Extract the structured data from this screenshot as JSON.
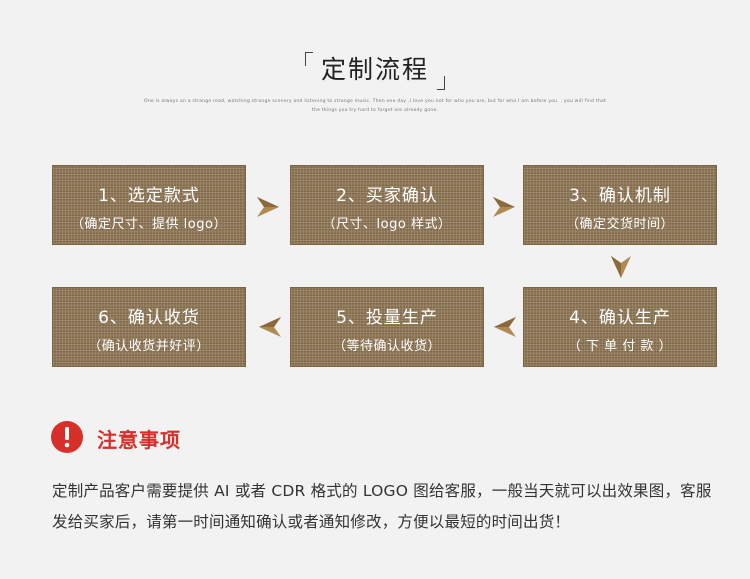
{
  "header": {
    "title": "定制流程",
    "subtitle": "One is always on a strange road, watching strange scenery and listening to strange music. Then one day ,I love you not for who you are, but for who I am before you. , you will find that the things you try hard to forget are already gone."
  },
  "steps": [
    {
      "title": "1、选定款式",
      "sub": "（确定尺寸、提供 logo）"
    },
    {
      "title": "2、买家确认",
      "sub": "（尺寸、logo 样式）"
    },
    {
      "title": "3、确认机制",
      "sub": "（确定交货时间）"
    },
    {
      "title": "4、确认生产",
      "sub": "（ 下 单 付 款 ）"
    },
    {
      "title": "5、投量生产",
      "sub": "（等待确认收货）"
    },
    {
      "title": "6、确认收货",
      "sub": "（确认收货并好评）"
    }
  ],
  "notice": {
    "icon": "exclamation-icon",
    "title": "注意事项",
    "text": "定制产品客户需要提供 AI 或者 CDR 格式的 LOGO 图给客服，一般当天就可以出效果图，客服发给买家后，请第一时间通知确认或者通知修改，方便以最短的时间出货！"
  },
  "colors": {
    "box": "#8c7452",
    "arrow": "#b08a52",
    "accent_red": "#d7302a"
  }
}
